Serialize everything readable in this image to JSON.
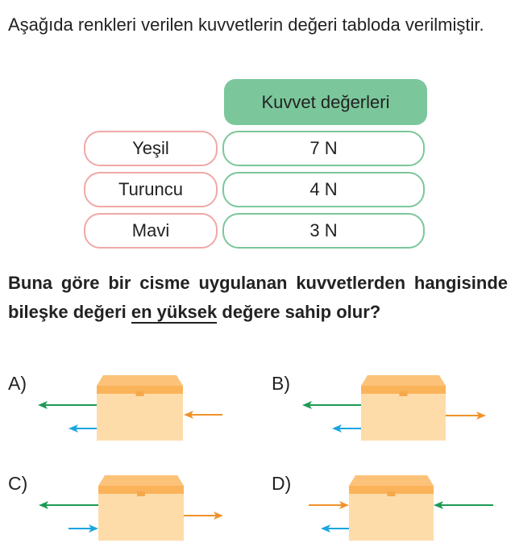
{
  "intro": "Aşağıda renkleri verilen kuvvetlerin değeri tabloda verilmiştir.",
  "table": {
    "header": "Kuvvet değerleri",
    "rows": [
      {
        "color": "Yeşil",
        "value": "7 N"
      },
      {
        "color": "Turuncu",
        "value": "4 N"
      },
      {
        "color": "Mavi",
        "value": "3 N"
      }
    ]
  },
  "question": {
    "before": "Buna göre bir cisme uygulanan kuvvetlerden hangisinde bileşke değeri ",
    "underlined": "en yüksek",
    "after": " değere sahip olur?"
  },
  "options": [
    "A)",
    "B)",
    "C)",
    "D)"
  ],
  "colors": {
    "green": "#1d9a55",
    "orange": "#f0922a",
    "blue": "#1aa4e0",
    "box": "#fddcaa",
    "lid": "#fcc27a",
    "band": "#fbb35a"
  }
}
